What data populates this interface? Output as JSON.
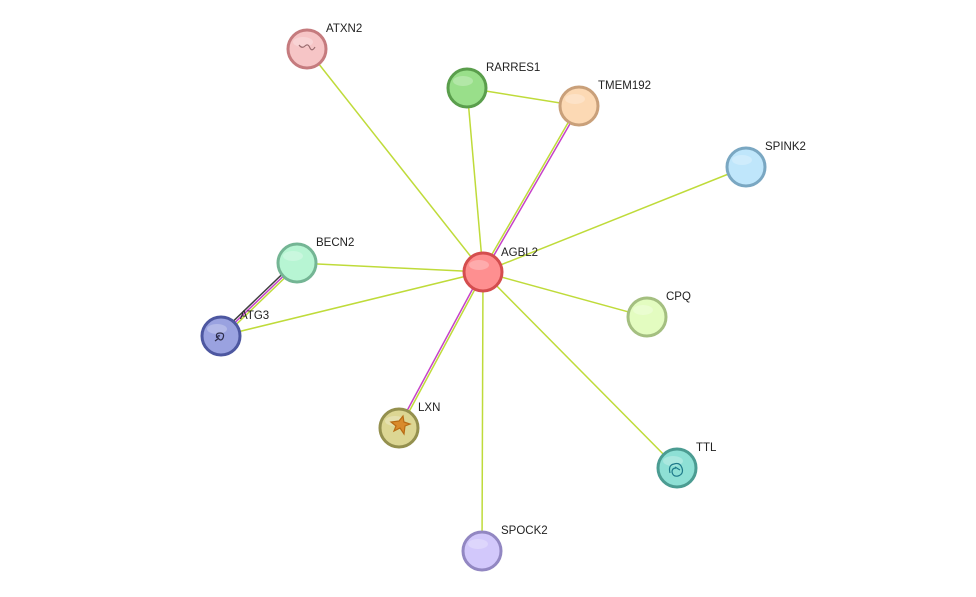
{
  "nodes": [
    {
      "id": "AGBL2",
      "label": "AGBL2",
      "color": "#fe8f90",
      "stroke": "#d44d4e",
      "icon": ""
    },
    {
      "id": "ATXN2",
      "label": "ATXN2",
      "color": "#f6c5c6",
      "stroke": "#c57b7e",
      "icon": "protein-structure-icon"
    },
    {
      "id": "RARRES1",
      "label": "RARRES1",
      "color": "#99df8a",
      "stroke": "#5a9e4c",
      "icon": ""
    },
    {
      "id": "TMEM192",
      "label": "TMEM192",
      "color": "#fcd9b4",
      "stroke": "#c9a07a",
      "icon": ""
    },
    {
      "id": "SPINK2",
      "label": "SPINK2",
      "color": "#bfe6fb",
      "stroke": "#7aa7c2",
      "icon": ""
    },
    {
      "id": "BECN2",
      "label": "BECN2",
      "color": "#b7f5d3",
      "stroke": "#74b594",
      "icon": ""
    },
    {
      "id": "ATG3",
      "label": "ATG3",
      "color": "#9aa2e0",
      "stroke": "#4d57a0",
      "icon": "protein-structure-icon"
    },
    {
      "id": "CPQ",
      "label": "CPQ",
      "color": "#e3fcc0",
      "stroke": "#a4bf80",
      "icon": ""
    },
    {
      "id": "LXN",
      "label": "LXN",
      "color": "#dcd693",
      "stroke": "#94904e",
      "icon": "protein-structure-icon"
    },
    {
      "id": "TTL",
      "label": "TTL",
      "color": "#8ee0d5",
      "stroke": "#4b9c92",
      "icon": "protein-structure-icon"
    },
    {
      "id": "SPOCK2",
      "label": "SPOCK2",
      "color": "#d2c8fb",
      "stroke": "#9287c2",
      "icon": ""
    }
  ],
  "edges": [
    {
      "source": "AGBL2",
      "target": "ATXN2",
      "colors": [
        "#bfdb3a"
      ]
    },
    {
      "source": "AGBL2",
      "target": "RARRES1",
      "colors": [
        "#bfdb3a"
      ]
    },
    {
      "source": "AGBL2",
      "target": "TMEM192",
      "colors": [
        "#bfdb3a",
        "#c642c9"
      ]
    },
    {
      "source": "RARRES1",
      "target": "TMEM192",
      "colors": [
        "#bfdb3a"
      ]
    },
    {
      "source": "AGBL2",
      "target": "SPINK2",
      "colors": [
        "#bfdb3a"
      ]
    },
    {
      "source": "AGBL2",
      "target": "BECN2",
      "colors": [
        "#bfdb3a"
      ]
    },
    {
      "source": "AGBL2",
      "target": "ATG3",
      "colors": [
        "#bfdb3a"
      ]
    },
    {
      "source": "BECN2",
      "target": "ATG3",
      "colors": [
        "#bfdb3a",
        "#c642c9",
        "#3f3f3f"
      ]
    },
    {
      "source": "AGBL2",
      "target": "CPQ",
      "colors": [
        "#bfdb3a"
      ]
    },
    {
      "source": "AGBL2",
      "target": "LXN",
      "colors": [
        "#bfdb3a",
        "#c642c9"
      ]
    },
    {
      "source": "AGBL2",
      "target": "TTL",
      "colors": [
        "#bfdb3a"
      ]
    },
    {
      "source": "AGBL2",
      "target": "SPOCK2",
      "colors": [
        "#bfdb3a"
      ]
    }
  ]
}
